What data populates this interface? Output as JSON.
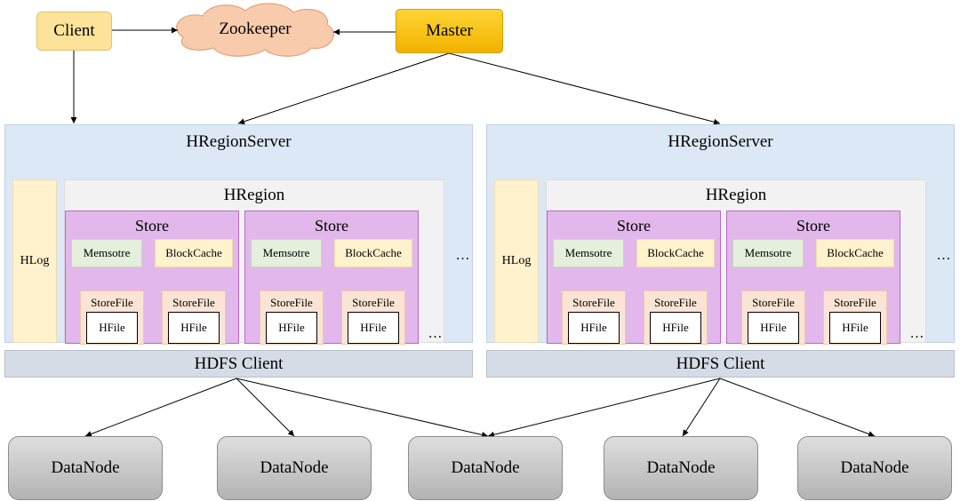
{
  "top": {
    "client": "Client",
    "zookeeper": "Zookeeper",
    "master": "Master"
  },
  "servers": [
    {
      "title": "HRegionServer",
      "hlog": "HLog",
      "region": {
        "title": "HRegion",
        "stores": [
          {
            "title": "Store",
            "memstore": "Memsotre",
            "blockcache": "BlockCache",
            "storefiles": [
              {
                "label": "StoreFile",
                "hfile": "HFile"
              },
              {
                "label": "StoreFile",
                "hfile": "HFile"
              }
            ]
          },
          {
            "title": "Store",
            "memstore": "Memsotre",
            "blockcache": "BlockCache",
            "storefiles": [
              {
                "label": "StoreFile",
                "hfile": "HFile"
              },
              {
                "label": "StoreFile",
                "hfile": "HFile"
              }
            ]
          }
        ]
      },
      "ellipsis": "…",
      "hdfs_client": "HDFS Client"
    },
    {
      "title": "HRegionServer",
      "hlog": "HLog",
      "region": {
        "title": "HRegion",
        "stores": [
          {
            "title": "Store",
            "memstore": "Memsotre",
            "blockcache": "BlockCache",
            "storefiles": [
              {
                "label": "StoreFile",
                "hfile": "HFile"
              },
              {
                "label": "StoreFile",
                "hfile": "HFile"
              }
            ]
          },
          {
            "title": "Store",
            "memstore": "Memsotre",
            "blockcache": "BlockCache",
            "storefiles": [
              {
                "label": "StoreFile",
                "hfile": "HFile"
              },
              {
                "label": "StoreFile",
                "hfile": "HFile"
              }
            ]
          }
        ]
      },
      "ellipsis": "…",
      "hdfs_client": "HDFS Client"
    }
  ],
  "datanodes": [
    "DataNode",
    "DataNode",
    "DataNode",
    "DataNode",
    "DataNode"
  ],
  "colors": {
    "client_fill": "#fde399",
    "master_fill": "#ffc000",
    "zookeeper_fill": "#f8cbad",
    "server_fill": "#dce8f5",
    "store_fill": "#e2b8ec",
    "memstore_fill": "#e4efdc",
    "blockcache_fill": "#fff2cc",
    "storefile_fill": "#fbe4d5",
    "hdfs_client_fill": "#d6dce5",
    "datanode_fill": "#c9c9c9"
  }
}
